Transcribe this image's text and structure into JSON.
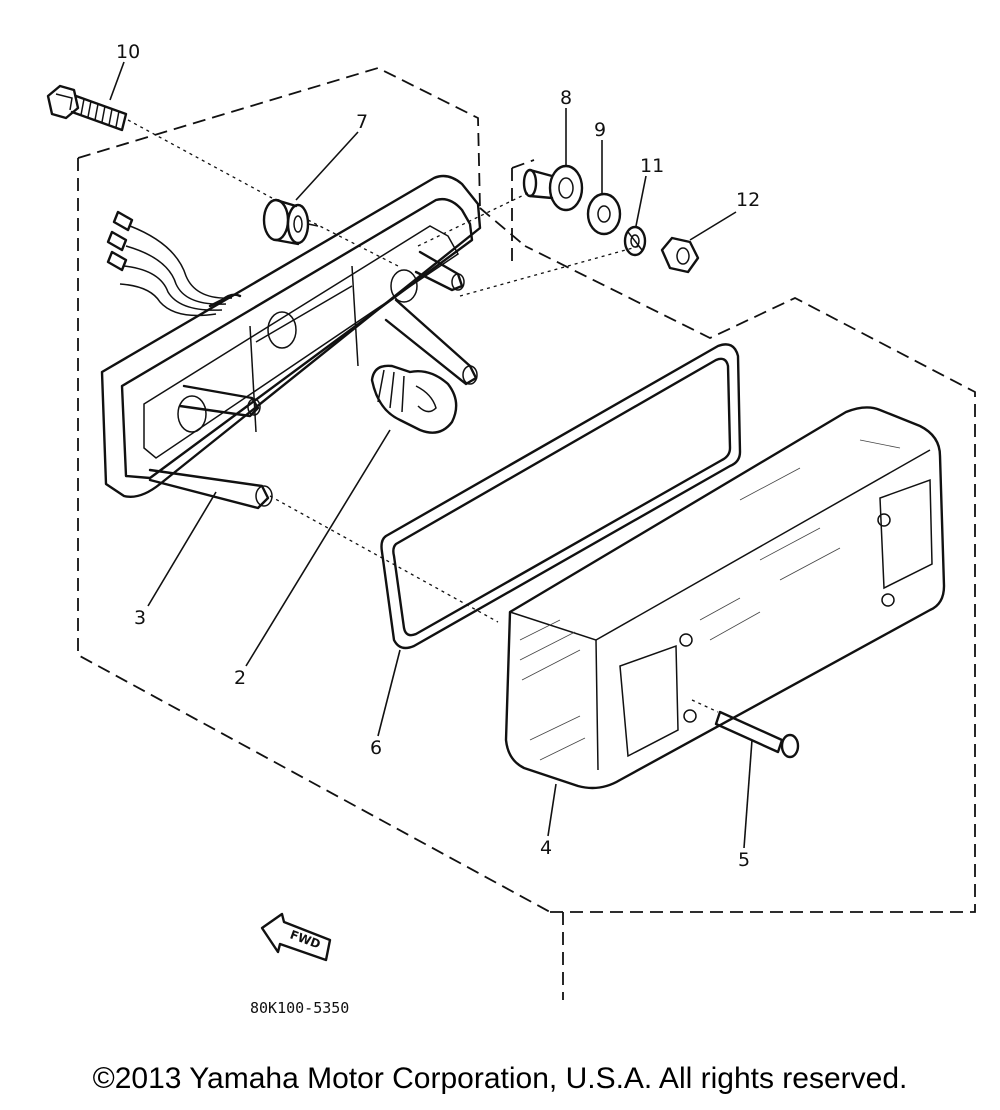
{
  "diagram": {
    "callouts": [
      {
        "id": "label-1",
        "text": "10"
      },
      {
        "id": "label-2",
        "text": "7"
      },
      {
        "id": "label-3",
        "text": "8"
      },
      {
        "id": "label-4",
        "text": "9"
      },
      {
        "id": "label-5",
        "text": "11"
      },
      {
        "id": "label-6",
        "text": "12"
      },
      {
        "id": "label-7",
        "text": "3"
      },
      {
        "id": "label-8",
        "text": "2"
      },
      {
        "id": "label-9",
        "text": "6"
      },
      {
        "id": "label-10",
        "text": "4"
      },
      {
        "id": "label-11",
        "text": "5"
      }
    ],
    "fwd_label": "FWD",
    "drawing_code": "80K100-5350"
  },
  "footer": {
    "copyright": "©2013 Yamaha Motor Corporation, U.S.A. All rights reserved."
  }
}
